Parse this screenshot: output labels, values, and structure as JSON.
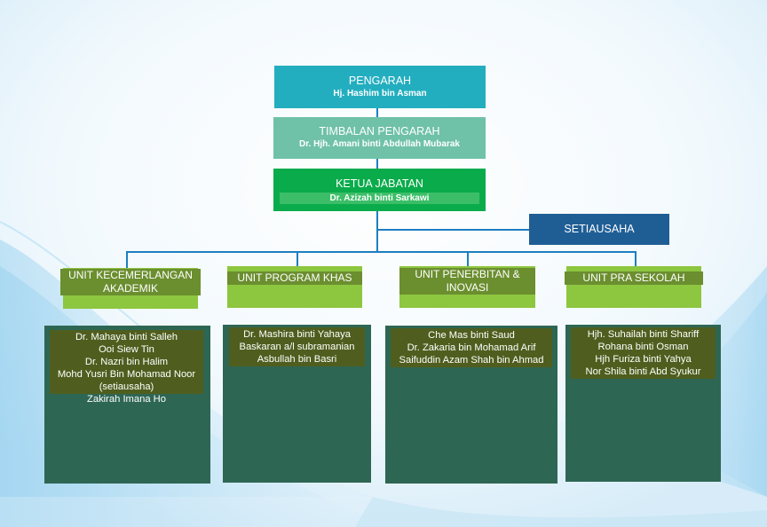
{
  "director": {
    "title": "PENGARAH",
    "name": "Hj. Hashim bin Asman"
  },
  "deputy": {
    "title": "TIMBALAN PENGARAH",
    "name": "Dr. Hjh. Amani binti Abdullah Mubarak"
  },
  "head": {
    "title": "KETUA JABATAN",
    "name": "Dr. Azizah binti Sarkawi"
  },
  "secretary": {
    "title": "SETIAUSAHA"
  },
  "units": [
    {
      "label": "UNIT KECEMERLANGAN AKADEMIK",
      "members": [
        "Dr. Mahaya binti Salleh",
        "Ooi Siew Tin",
        "Dr. Nazri bin Halim",
        "Mohd Yusri Bin Mohamad Noor",
        "(setiausaha)",
        "Zakirah Imana Ho"
      ]
    },
    {
      "label": "UNIT PROGRAM KHAS",
      "members": [
        "Dr. Mashira binti Yahaya",
        "Baskaran a/l subramanian",
        "Asbullah bin Basri"
      ]
    },
    {
      "label": "UNIT PENERBITAN & INOVASI",
      "members": [
        "Che Mas binti Saud",
        "Dr. Zakaria bin Mohamad Arif",
        "Saifuddin Azam Shah bin Ahmad"
      ]
    },
    {
      "label": "UNIT PRA SEKOLAH",
      "members": [
        "Hjh. Suhailah binti Shariff",
        "Rohana binti Osman",
        "Hjh Furiza binti Yahya",
        "Nor Shila binti Abd Syukur"
      ]
    }
  ],
  "colors": {
    "director": "#23aebf",
    "deputy": "#6fc1a8",
    "head": "#0aab4b",
    "secretary": "#1f5e95",
    "unit_box": "#8dc63f",
    "unit_label": "#6b8e2f",
    "panel": "#2e6654",
    "names_bg": "#4f5e1e",
    "connector": "#1d7fc0"
  }
}
